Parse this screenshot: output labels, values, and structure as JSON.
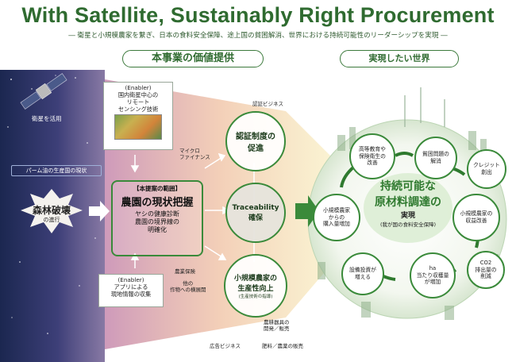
{
  "title": "With Satellite, Sustainably Right Procurement",
  "subtitle": "― 衛星と小規模農家を繋ぎ、日本の食料安全保障、途上国の貧困解消、世界における持続可能性のリーダーシップを実現 ―",
  "headers": {
    "value": "本事業の価値提供",
    "world": "実現したい世界"
  },
  "left": {
    "satellite_label": "衛星を活用",
    "palm_status": "パーム油の生産国の現状",
    "deforestation_main": "森林破壊",
    "deforestation_sub": "の進行"
  },
  "enabler_top": {
    "tag": "(Enabler)",
    "lines": [
      "国内衛星中心の",
      "リモート",
      "センシング技術"
    ]
  },
  "enabler_bottom": {
    "tag": "(Enabler)",
    "lines": [
      "アプリによる",
      "現地情報の収集"
    ]
  },
  "center_box": {
    "scope": "【本提案の範囲】",
    "main": "農園の現状把握",
    "lines": [
      "ヤシの健康診断",
      "農園の境界線の",
      "明確化"
    ]
  },
  "flows": {
    "micro_finance": [
      "マイクロ",
      "ファイナンス"
    ],
    "agri_insurance": "農業保険",
    "other_crops": [
      "他の",
      "作物への横展開"
    ]
  },
  "circles": {
    "cert": {
      "tag": "認証ビジネス",
      "lines": [
        "認証制度の",
        "促進"
      ]
    },
    "trace": {
      "lines": [
        "Traceability",
        "確保"
      ]
    },
    "small": {
      "lines": [
        "小規模農家の",
        "生産性向上",
        "(生産技術の指導)"
      ]
    }
  },
  "bottom_tags": {
    "ad": "広告ビジネス",
    "machinery": [
      "農耕器具の",
      "開発／販売"
    ],
    "fertilizer": "肥料／農薬の販売"
  },
  "world": {
    "center_line1": "持続可能な",
    "center_line2": "原材料調達の",
    "center_line3": "実現",
    "center_line4": "(我が国の食料安全保障)",
    "nodes": {
      "education": [
        "高等教育や",
        "保険衛生の",
        "改善"
      ],
      "poverty": [
        "貧困問題の",
        "解消"
      ],
      "credit": [
        "クレジット",
        "創出"
      ],
      "purchase": [
        "小規模農家",
        "からの",
        "購入量増加"
      ],
      "income": [
        "小規模農家の",
        "収益改善"
      ],
      "investment": [
        "設備投資が",
        "増える"
      ],
      "yield": [
        "ha",
        "当たり収穫量",
        "が増加"
      ],
      "co2": [
        "CO2",
        "排出量の",
        "削減"
      ]
    }
  },
  "colors": {
    "brand_green": "#2f6b30",
    "accent_green": "#3a8a3a",
    "night_blue": "#1c2a55"
  }
}
